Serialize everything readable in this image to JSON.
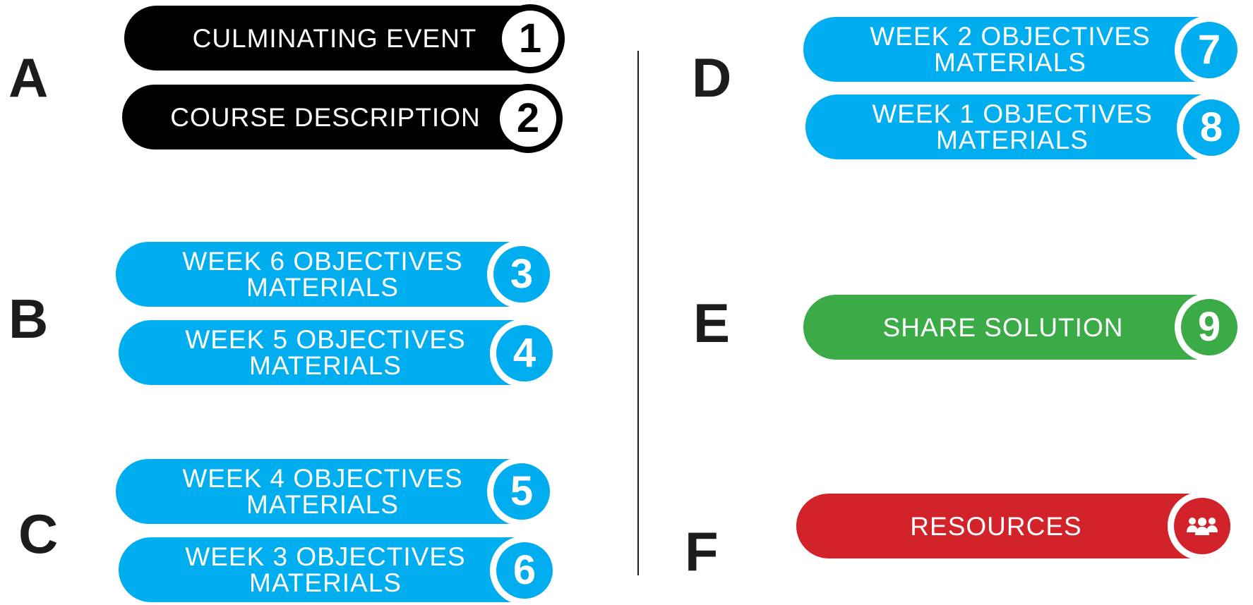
{
  "sections": {
    "a": "A",
    "b": "B",
    "c": "C",
    "d": "D",
    "e": "E",
    "f": "F"
  },
  "buttons": [
    {
      "line1": "CULMINATING  EVENT",
      "line2": "",
      "number": "1",
      "color": "#000000"
    },
    {
      "line1": "COURSE DESCRIPTION",
      "line2": "",
      "number": "2",
      "color": "#000000"
    },
    {
      "line1": "WEEK 6 OBJECTIVES",
      "line2": "MATERIALS",
      "number": "3",
      "color": "#00aeef"
    },
    {
      "line1": "WEEK 5 OBJECTIVES",
      "line2": "MATERIALS",
      "number": "4",
      "color": "#00aeef"
    },
    {
      "line1": "WEEK 4 OBJECTIVES",
      "line2": "MATERIALS",
      "number": "5",
      "color": "#00aeef"
    },
    {
      "line1": "WEEK 3 OBJECTIVES",
      "line2": "MATERIALS",
      "number": "6",
      "color": "#00aeef"
    },
    {
      "line1": "WEEK 2 OBJECTIVES",
      "line2": "MATERIALS",
      "number": "7",
      "color": "#00aeef"
    },
    {
      "line1": "WEEK 1 OBJECTIVES",
      "line2": "MATERIALS",
      "number": "8",
      "color": "#00aeef"
    },
    {
      "line1": "SHARE SOLUTION",
      "line2": "",
      "number": "9",
      "color": "#3bab47"
    },
    {
      "line1": "RESOURCES",
      "line2": "",
      "icon": "people-group-icon",
      "color": "#d2232a"
    }
  ]
}
